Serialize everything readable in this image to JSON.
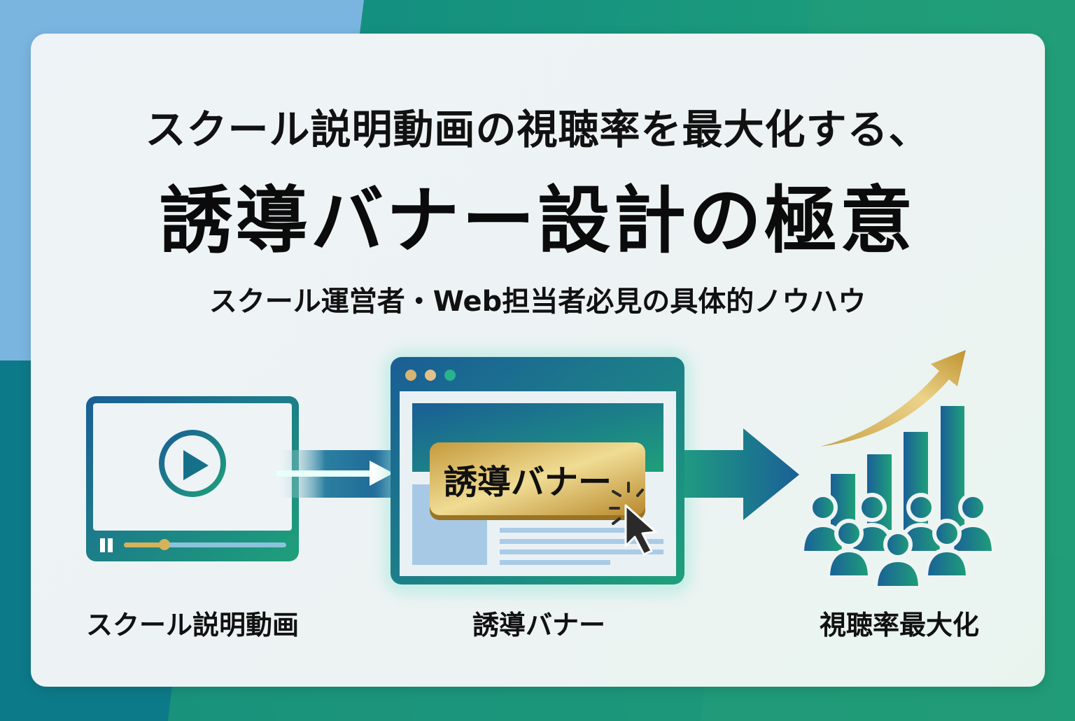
{
  "headline": {
    "line1": "スクール説明動画の視聴率を最大化する、",
    "line2": "誘導バナー設計の極意",
    "subtitle": "スクール運営者・Web担当者必見の具体的ノウハウ"
  },
  "flow": {
    "steps": [
      {
        "label": "スクール説明動画",
        "icon": "video-player-icon"
      },
      {
        "label": "誘導バナー",
        "icon": "browser-window-icon"
      },
      {
        "label": "視聴率最大化",
        "icon": "audience-growth-chart-icon"
      }
    ],
    "banner_button_text": "誘導バナー"
  },
  "colors": {
    "blue": "#1a5f94",
    "teal": "#13847f",
    "green": "#1f9e77",
    "gold": "#d6b258",
    "sky": "#7bb5df",
    "dark": "#111111"
  }
}
